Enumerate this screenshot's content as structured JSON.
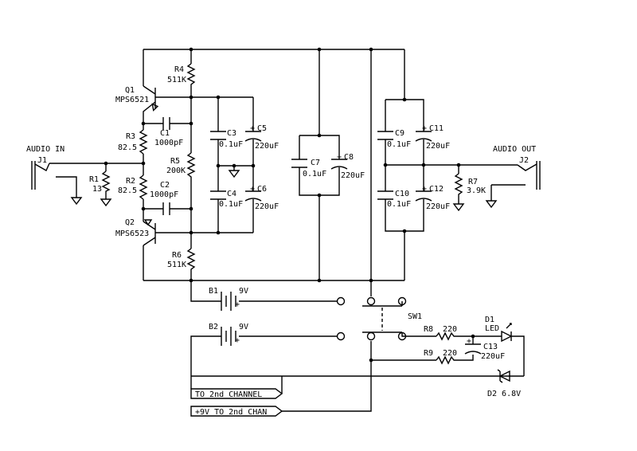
{
  "labels": {
    "audio_in": "AUDIO IN",
    "audio_out": "AUDIO OUT",
    "j1": "J1",
    "j2": "J2",
    "r1": "R1",
    "r1_val": "13",
    "r2": "R2",
    "r2_val": "82.5",
    "r3": "R3",
    "r3_val": "82.5",
    "r4": "R4",
    "r4_val": "511K",
    "r5": "R5",
    "r5_val": "200K",
    "r6": "R6",
    "r6_val": "511K",
    "r7": "R7",
    "r7_val": "3.9K",
    "r8": "R8",
    "r8_val": "220",
    "r9": "R9",
    "r9_val": "220",
    "q1": "Q1",
    "q1_part": "MPS6521",
    "q2": "Q2",
    "q2_part": "MPS6523",
    "c1": "C1",
    "c1_val": "1000pF",
    "c2": "C2",
    "c2_val": "1000pF",
    "c3": "C3",
    "c3_val": "0.1uF",
    "c4": "C4",
    "c4_val": "0.1uF",
    "c5": "C5",
    "c5_val": "220uF",
    "c6": "C6",
    "c6_val": "220uF",
    "c7": "C7",
    "c7_val": "0.1uF",
    "c8": "C8",
    "c8_val": "220uF",
    "c9": "C9",
    "c9_val": "0.1uF",
    "c10": "C10",
    "c10_val": "0.1uF",
    "c11": "C11",
    "c11_val": "220uF",
    "c12": "C12",
    "c12_val": "220uF",
    "c13": "C13",
    "c13_val": "220uF",
    "b1": "B1",
    "b1_val": "9V",
    "b2": "B2",
    "b2_val": "9V",
    "sw1": "SW1",
    "d1": "D1",
    "d1_val": "LED",
    "d2_label": "D2 6.8V",
    "to_2nd_channel": "TO 2nd CHANNEL",
    "plus9v_2nd_chan": "+9V TO 2nd CHAN",
    "plus": "+"
  }
}
